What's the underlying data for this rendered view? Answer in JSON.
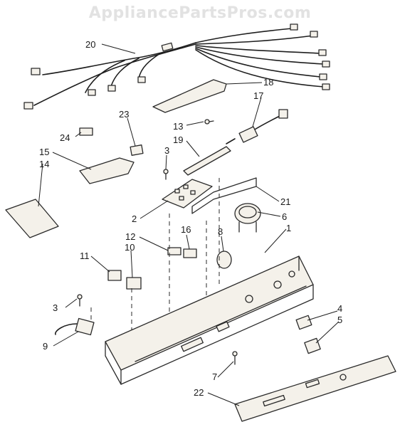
{
  "watermark": "AppliancePartsPros.com",
  "callouts": {
    "c1": "1",
    "c2": "2",
    "c3a": "3",
    "c3b": "3",
    "c4": "4",
    "c5": "5",
    "c6": "6",
    "c7": "7",
    "c8": "8",
    "c9": "9",
    "c10": "10",
    "c11": "11",
    "c12": "12",
    "c13": "13",
    "c14": "14",
    "c15": "15",
    "c16": "16",
    "c17": "17",
    "c18": "18",
    "c19": "19",
    "c20": "20",
    "c21": "21",
    "c22": "22",
    "c23": "23",
    "c24": "24"
  }
}
